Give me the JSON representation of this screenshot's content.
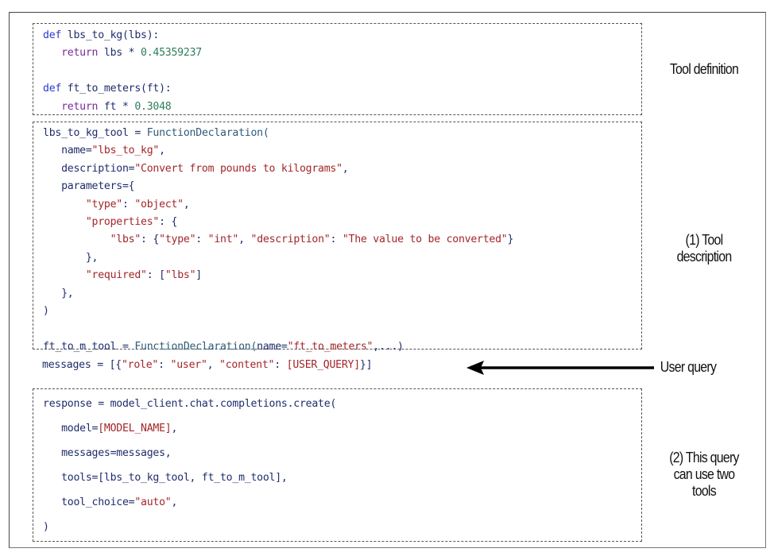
{
  "labels": {
    "tool_definition": "Tool definition",
    "tool_description": [
      "(1) Tool",
      "description"
    ],
    "user_query": "User query",
    "two_tools": [
      "(2) This query",
      "can use two",
      "tools"
    ]
  },
  "tool_definition_code": {
    "line1": {
      "kw": "def",
      "rest": " lbs_to_kg(lbs):"
    },
    "line2": {
      "ret": "return",
      "id": " lbs * ",
      "num": "0.45359237"
    },
    "line4": {
      "kw": "def",
      "rest": " ft_to_meters(ft):"
    },
    "line5": {
      "ret": "return",
      "id": " ft * ",
      "num": "0.3048"
    }
  },
  "tool_description_code": {
    "l1_id": "lbs_to_kg_tool = ",
    "l1_fn": "FunctionDeclaration(",
    "l2_id": "   name=",
    "l2_str": "\"lbs_to_kg\"",
    "l2_tail": ",",
    "l3_id": "   description=",
    "l3_str": "\"Convert from pounds to kilograms\"",
    "l3_tail": ",",
    "l4": "   parameters={",
    "l5_str1": "\"type\"",
    "l5_sep": ": ",
    "l5_str2": "\"object\"",
    "l5_tail": ",",
    "l6_str": "\"properties\"",
    "l6_tail": ": {",
    "l7_str1": "\"lbs\"",
    "l7_a": ": {",
    "l7_str2": "\"type\"",
    "l7_b": ": ",
    "l7_str3": "\"int\"",
    "l7_c": ", ",
    "l7_str4": "\"description\"",
    "l7_d": ": ",
    "l7_str5": "\"The value to be converted\"",
    "l7_e": "}",
    "l8": "       },",
    "l9_str": "\"required\"",
    "l9_a": ": [",
    "l9_str2": "\"lbs\"",
    "l9_b": "]",
    "l10": "   },",
    "l11": ")",
    "l13_id": "ft_to_m_tool = ",
    "l13_fn": "FunctionDeclaration(",
    "l13_a": "name=",
    "l13_str": "\"ft_to_meters\"",
    "l13_b": ",...)"
  },
  "user_query_code": {
    "a": "messages = [{",
    "s1": "\"role\"",
    "b": ": ",
    "s2": "\"user\"",
    "c": ", ",
    "s3": "\"content\"",
    "d": ": ",
    "s4": "[USER_QUERY]",
    "e": "}]"
  },
  "completion_code": {
    "l1": "response = model_client.chat.completions.create(",
    "l2_a": "   model=",
    "l2_str": "[MODEL_NAME]",
    "l2_b": ",",
    "l3": "   messages=messages,",
    "l4": "   tools=[lbs_to_kg_tool, ft_to_m_tool],",
    "l5_a": "   tool_choice=",
    "l5_str": "\"auto\"",
    "l5_b": ",",
    "l6": ")"
  }
}
